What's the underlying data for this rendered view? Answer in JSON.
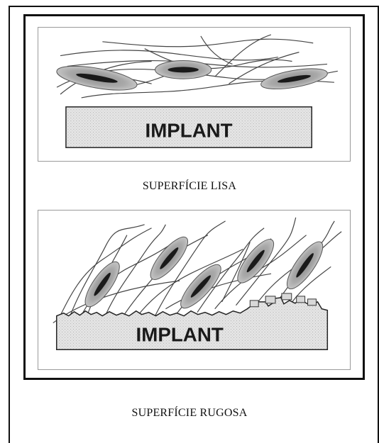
{
  "panels": {
    "smooth": {
      "implant_label": "IMPLANT",
      "caption": "SUPERFÍCIE LISA"
    },
    "rough": {
      "implant_label": "IMPLANT",
      "caption": "SUPERFÍCIE RUGOSA"
    }
  }
}
